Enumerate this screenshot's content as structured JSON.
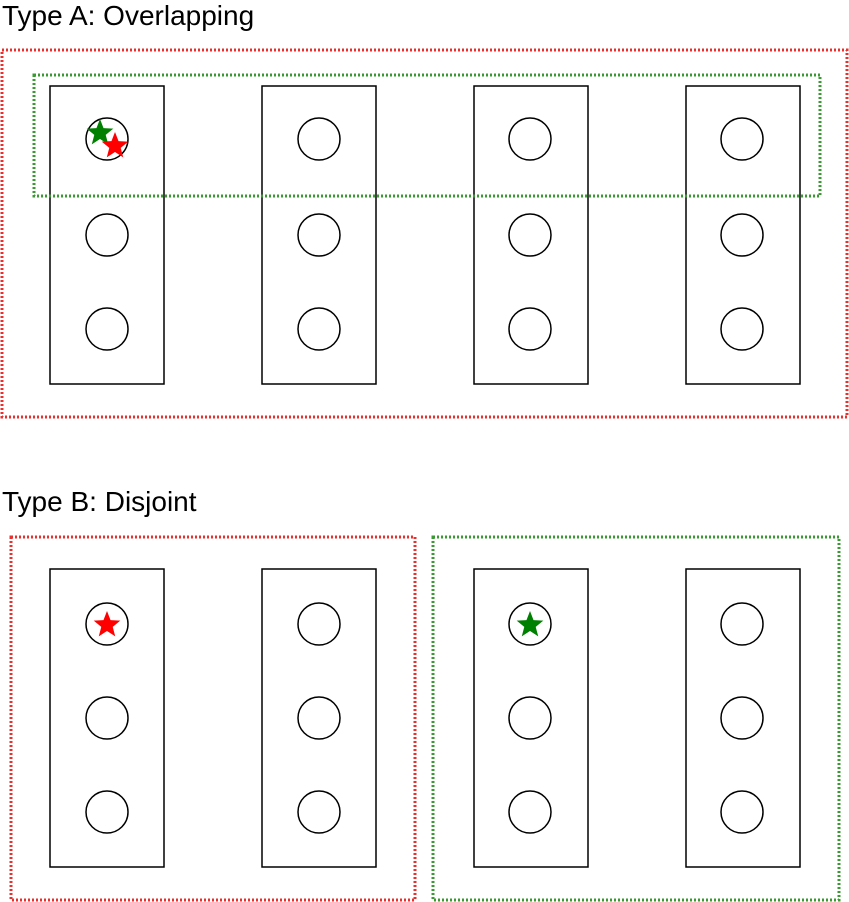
{
  "sections": {
    "overlapping": {
      "title": "Type A: Overlapping",
      "racks": 4,
      "slots_per_rack": 3,
      "red_group": "all racks",
      "green_group": "top slot of every rack",
      "stars": [
        {
          "color": "#008000",
          "rack": 1,
          "slot": 1
        },
        {
          "color": "#ff0000",
          "rack": 1,
          "slot": 1
        }
      ]
    },
    "disjoint": {
      "title": "Type B: Disjoint",
      "racks": 4,
      "slots_per_rack": 3,
      "red_group": "racks 1-2",
      "green_group": "racks 3-4",
      "stars": [
        {
          "color": "#ff0000",
          "rack": 1,
          "slot": 1
        },
        {
          "color": "#008000",
          "rack": 3,
          "slot": 1
        }
      ]
    }
  },
  "colors": {
    "red_group": "#e8312f",
    "green_group": "#3a9a32",
    "red_star": "#ff0000",
    "green_star": "#008000",
    "outline": "#000000"
  }
}
